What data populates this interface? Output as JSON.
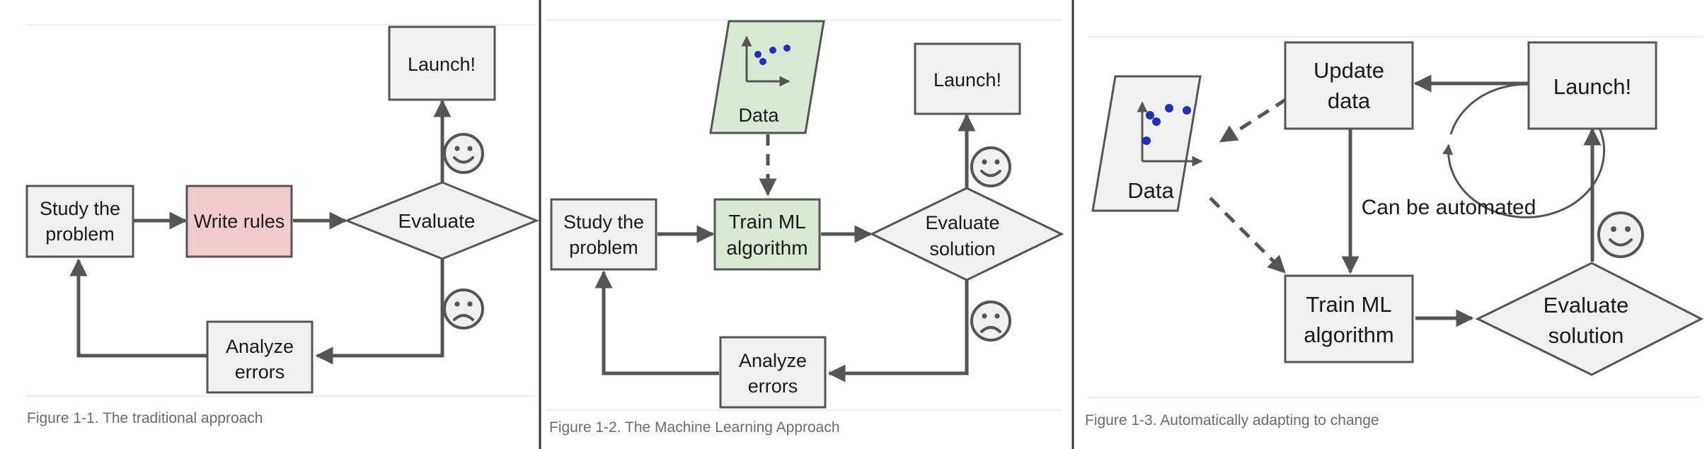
{
  "colors": {
    "edge": "#555555",
    "box_fill": "#f1f1f1",
    "rules_fill": "#f2cccc",
    "ml_fill": "#d8ead3",
    "data_fill": "#d8ead3",
    "divider": "#333333"
  },
  "fig1": {
    "study": [
      "Study the",
      "problem"
    ],
    "write_rules": "Write rules",
    "evaluate": "Evaluate",
    "launch": "Launch!",
    "analyze": [
      "Analyze",
      "errors"
    ],
    "caption": "Figure 1-1. The traditional approach"
  },
  "fig2": {
    "data": "Data",
    "study": [
      "Study the",
      "problem"
    ],
    "train": [
      "Train ML",
      "algorithm"
    ],
    "evaluate": [
      "Evaluate",
      "solution"
    ],
    "launch": "Launch!",
    "analyze": [
      "Analyze",
      "errors"
    ],
    "caption": "Figure 1-2. The Machine Learning Approach"
  },
  "fig3": {
    "update": [
      "Update",
      "data"
    ],
    "launch": "Launch!",
    "data": "Data",
    "automated": "Can be automated",
    "train": [
      "Train ML",
      "algorithm"
    ],
    "evaluate": [
      "Evaluate",
      "solution"
    ],
    "caption": "Figure 1-3. Automatically adapting to change"
  },
  "icons": {
    "smiley": "smiley-face-icon",
    "frowny": "frowning-face-icon"
  }
}
